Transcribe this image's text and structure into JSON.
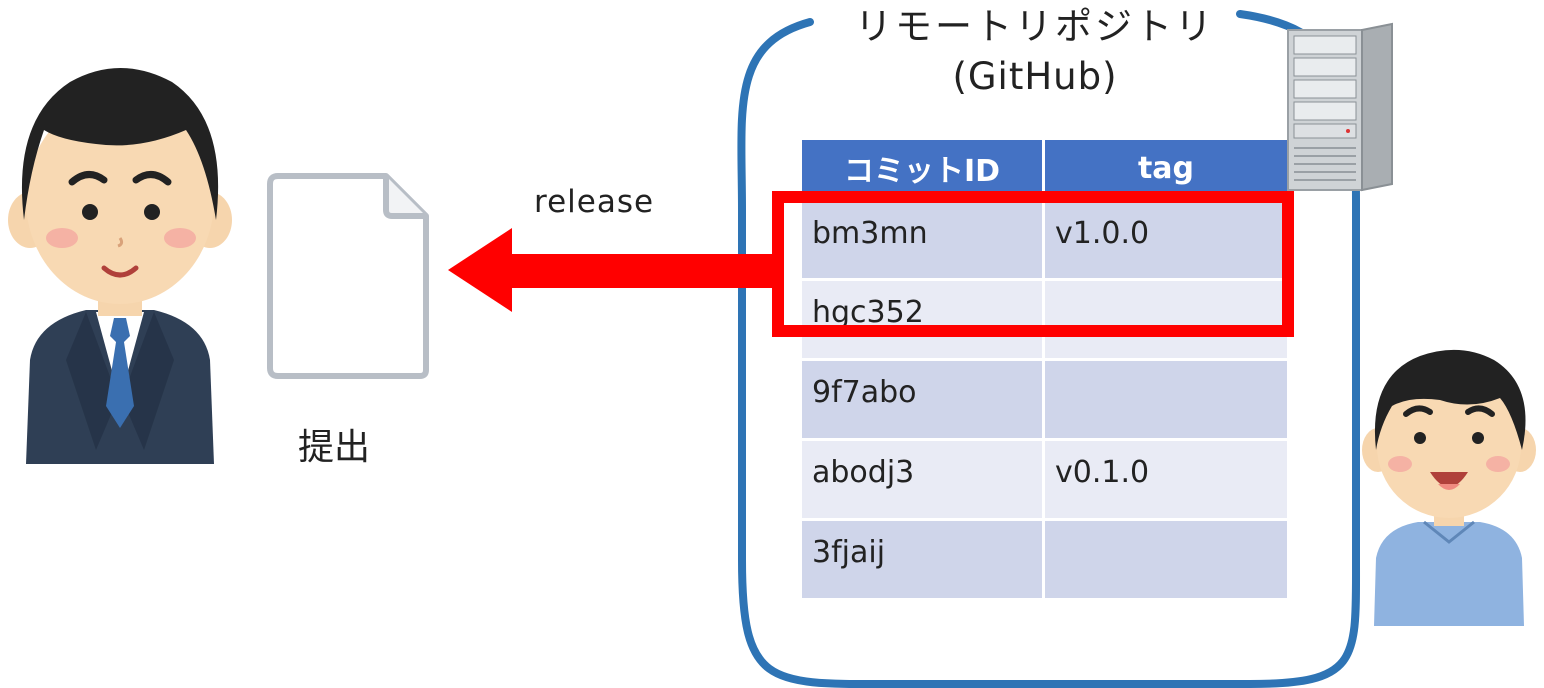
{
  "repository": {
    "title": "リモートリポジトリ",
    "subtitle": "(GitHub)"
  },
  "table": {
    "headers": [
      "コミットID",
      "tag"
    ],
    "rows": [
      {
        "commit": "bm3mn",
        "tag": "v1.0.0"
      },
      {
        "commit": "hgc352",
        "tag": ""
      },
      {
        "commit": "9f7abo",
        "tag": ""
      },
      {
        "commit": "abodj3",
        "tag": "v0.1.0"
      },
      {
        "commit": "3fjaij",
        "tag": ""
      }
    ]
  },
  "arrow": {
    "label": "release"
  },
  "document": {
    "label": "提出"
  },
  "colors": {
    "repo_border": "#2e74b5",
    "table_header": "#4472c4",
    "row_odd": "#cfd5ea",
    "row_even": "#e9ebf5",
    "highlight": "#ff0000",
    "arrow": "#ff0000"
  },
  "icons": [
    "businessman-icon",
    "document-icon",
    "server-icon",
    "developer-icon"
  ]
}
